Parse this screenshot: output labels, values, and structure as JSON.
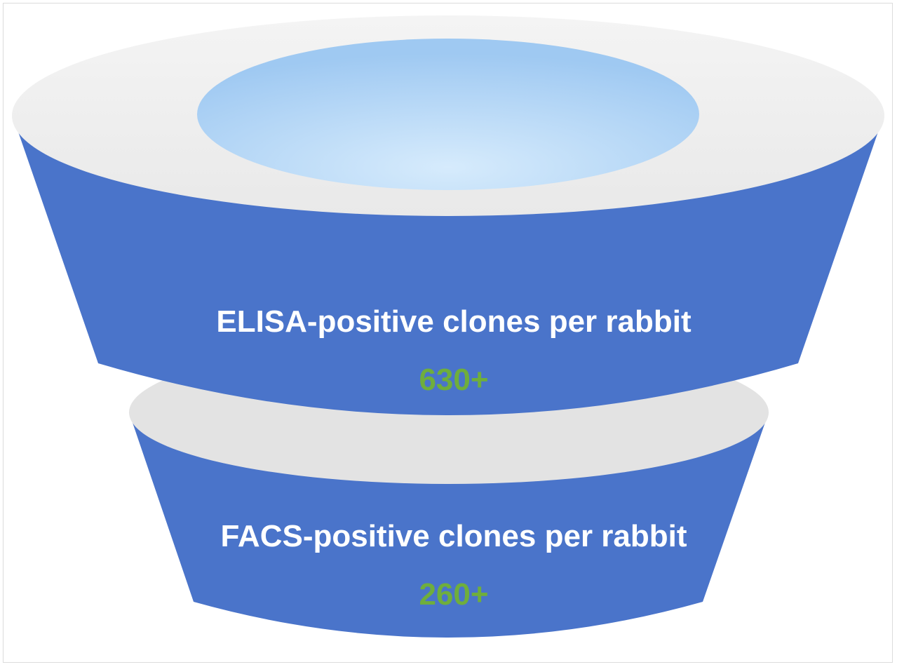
{
  "stages": [
    {
      "label": "ELISA-positive clones per rabbit",
      "value": "630+"
    },
    {
      "label": "FACS-positive clones per rabbit",
      "value": "260+"
    }
  ],
  "colors": {
    "funnel_body": "#4a74ca",
    "rim": "#eeeeee",
    "inner_rim": "#e3e3e3",
    "liquid_top": "#a4cdf3",
    "liquid_bottom": "#d6ebfc",
    "value_text": "#6fae3c",
    "label_text": "#ffffff"
  }
}
